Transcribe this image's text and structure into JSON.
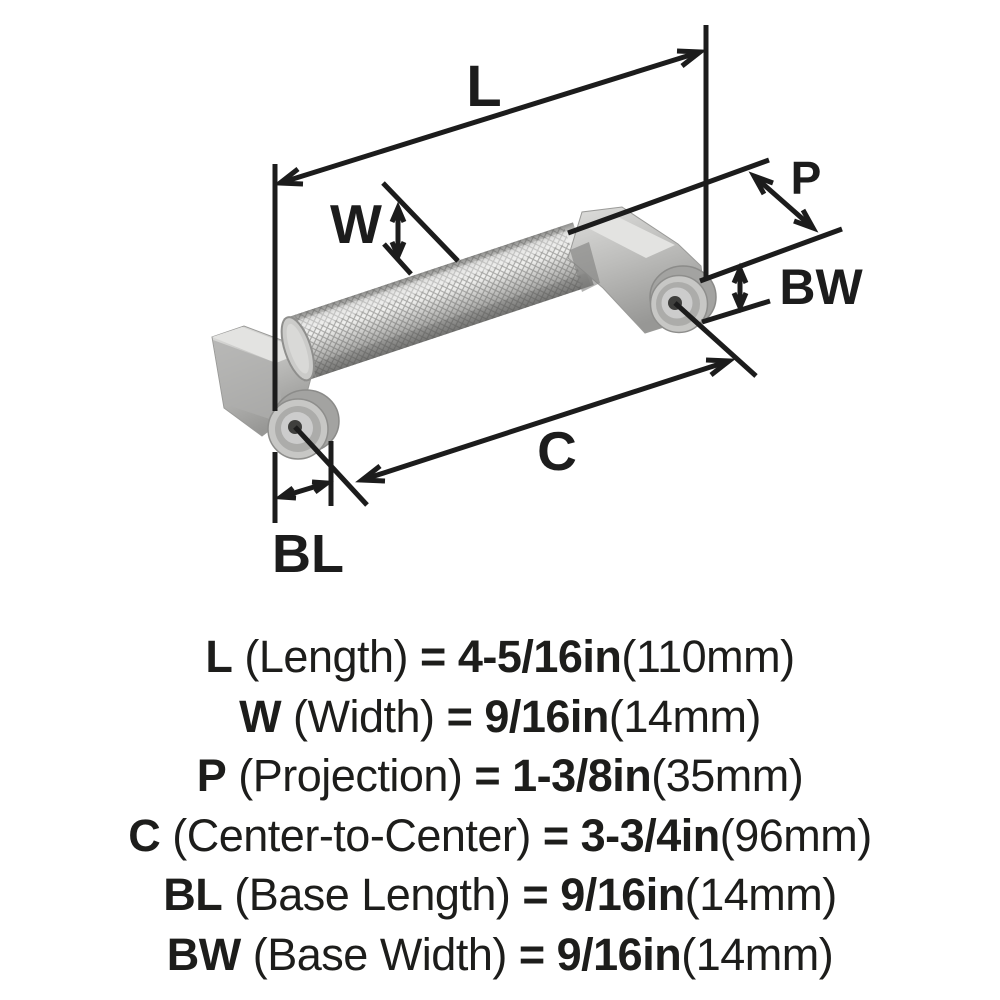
{
  "diagram": {
    "labels": {
      "L": "L",
      "W": "W",
      "P": "P",
      "C": "C",
      "BL": "BL",
      "BW": "BW"
    }
  },
  "specs": [
    {
      "symbol": "L",
      "name": " (Length) ",
      "value": "= 4-5/16in",
      "metric": "(110mm)"
    },
    {
      "symbol": "W",
      "name": " (Width) ",
      "value": "= 9/16in",
      "metric": "(14mm)"
    },
    {
      "symbol": "P",
      "name": " (Projection) ",
      "value": "= 1-3/8in",
      "metric": "(35mm)"
    },
    {
      "symbol": "C",
      "name": " (Center-to-Center) ",
      "value": "= 3-3/4in",
      "metric": "(96mm)"
    },
    {
      "symbol": "BL",
      "name": " (Base Length) ",
      "value": "= 9/16in",
      "metric": "(14mm)"
    },
    {
      "symbol": "BW",
      "name": " (Base Width) ",
      "value": "= 9/16in",
      "metric": "(14mm)"
    }
  ],
  "colors": {
    "line": "#1c1c1c",
    "text": "#1d1d1b",
    "metal_light": "#e3e3e1",
    "metal_mid": "#bfbfbd",
    "metal_dark": "#8d8d8b",
    "knurl_mesh": "#5f5f5d",
    "background": "#ffffff"
  }
}
